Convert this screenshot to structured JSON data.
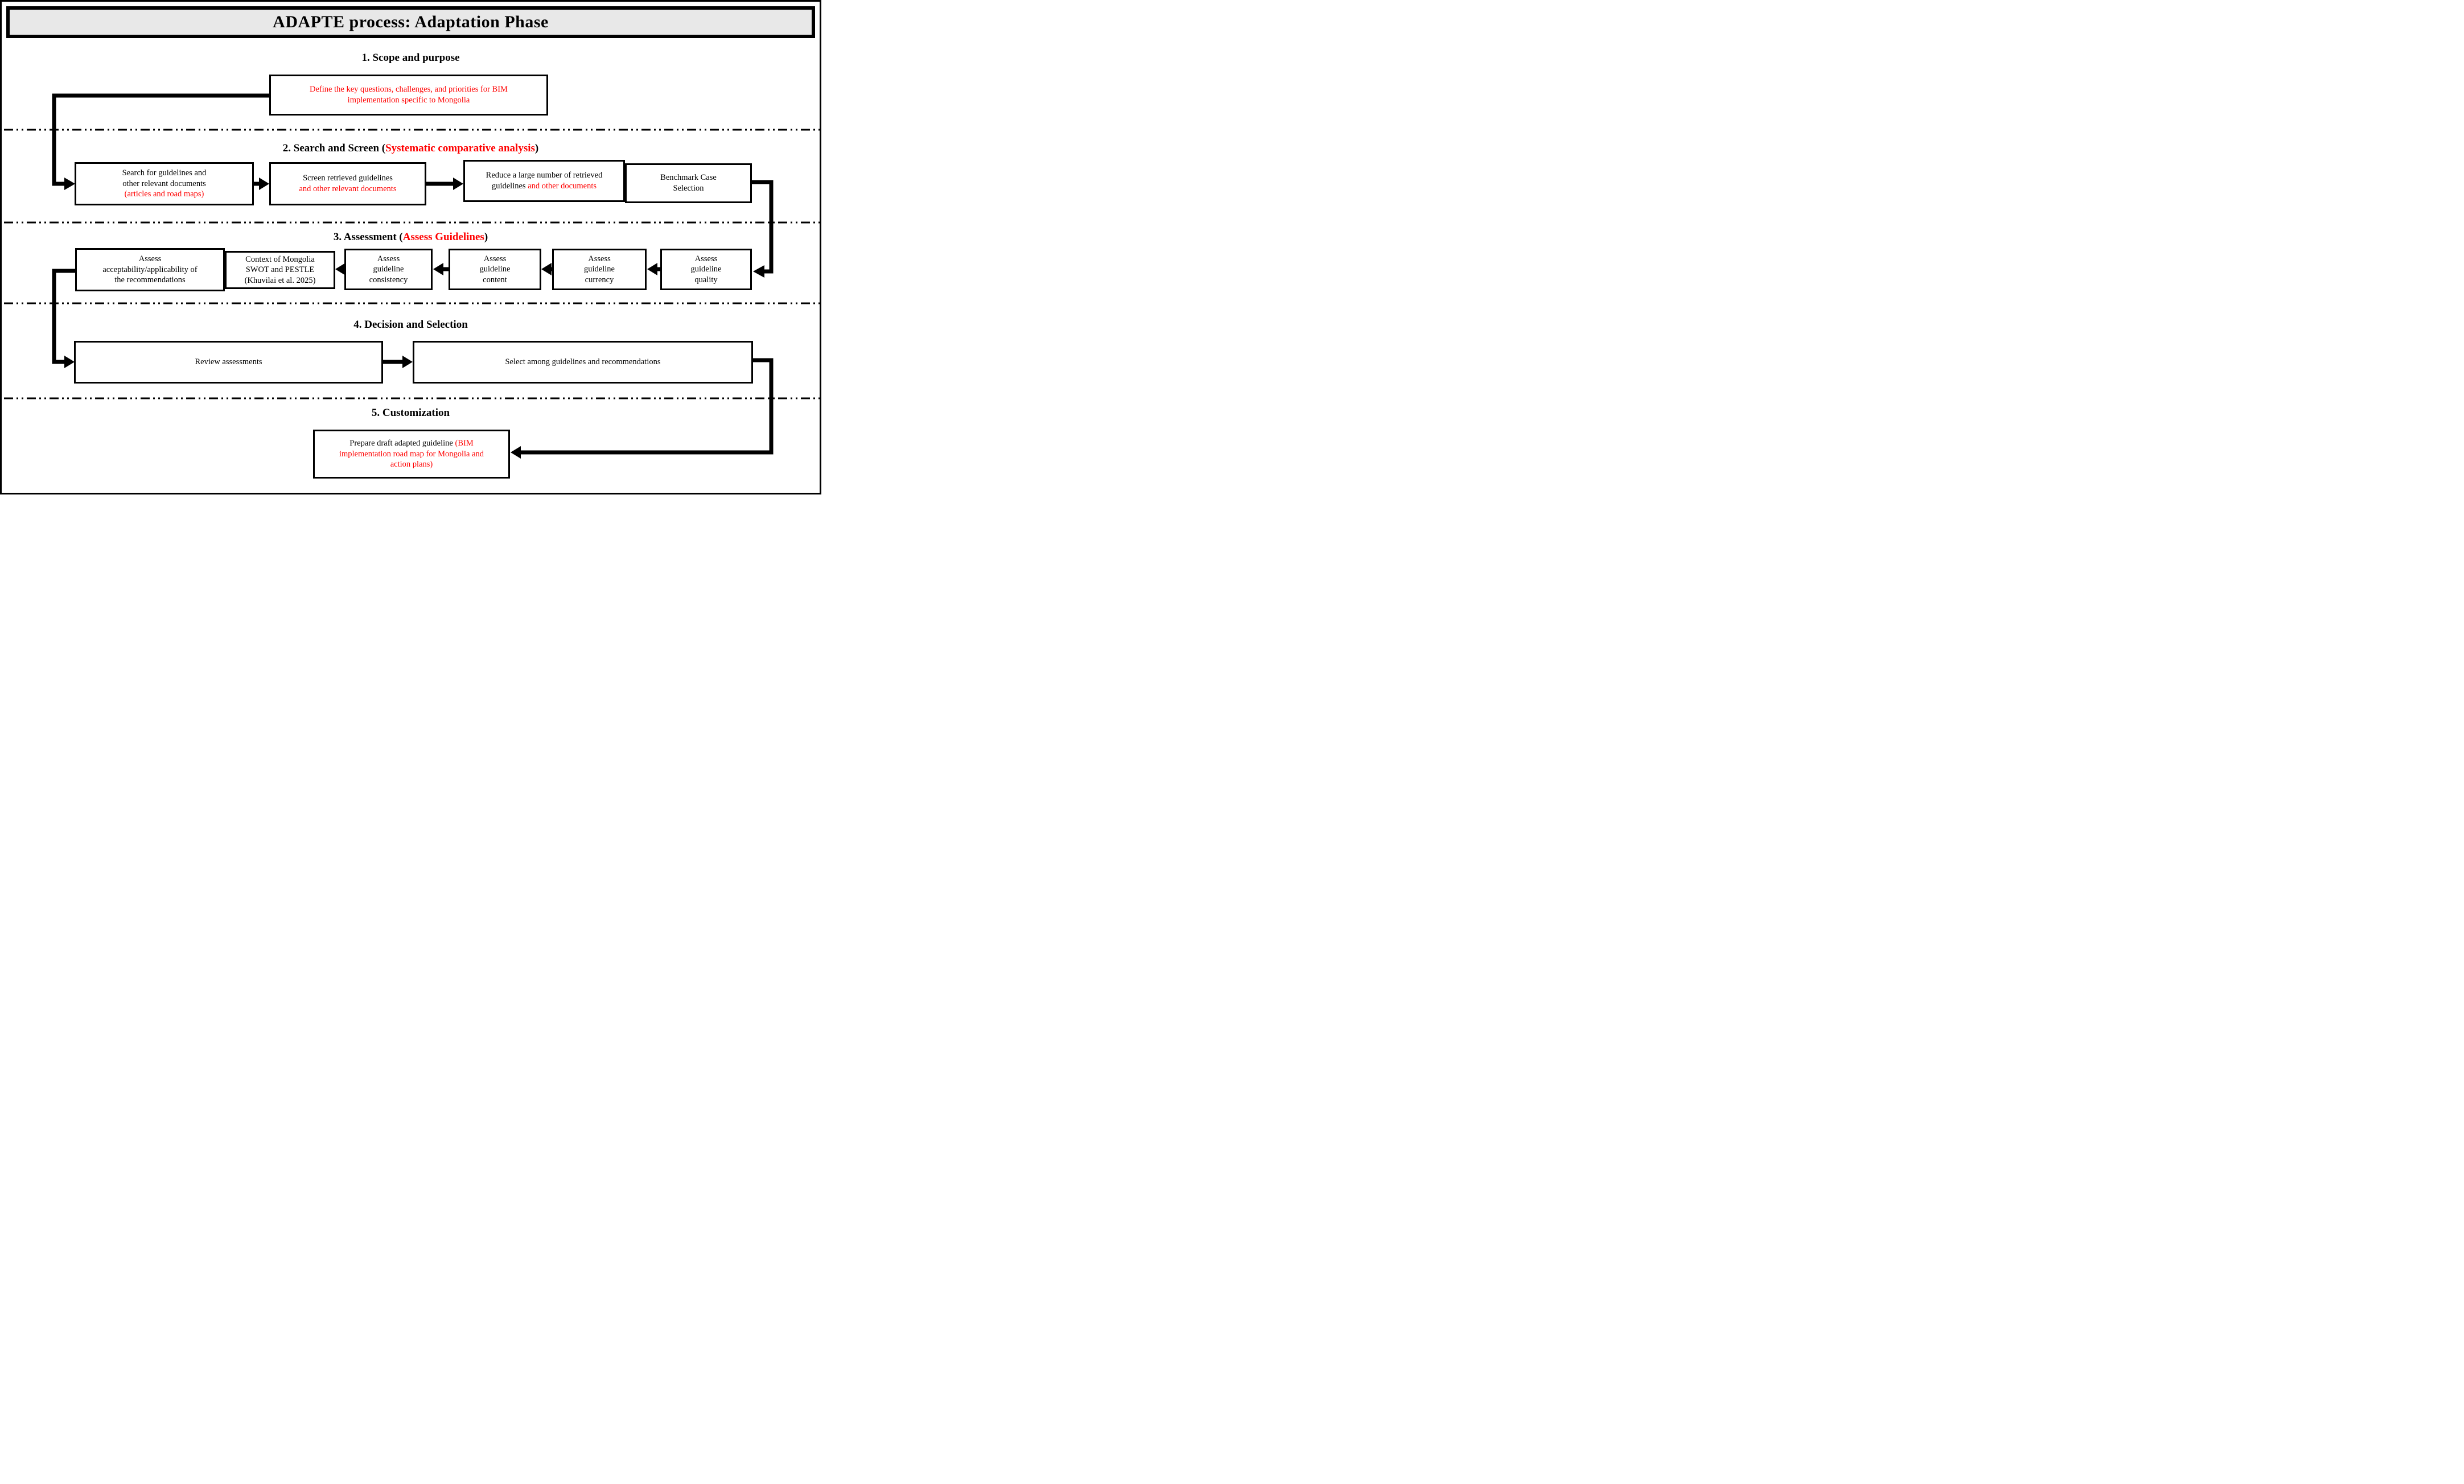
{
  "colors": {
    "red": "#ff0000",
    "black": "#000000",
    "title_bg": "#e8e8e8"
  },
  "title": "ADAPTE process: Adaptation Phase",
  "sections": {
    "s1": {
      "heading": "1. Scope and purpose"
    },
    "s2": {
      "pre": "2. Search and Screen (",
      "red": "Systematic comparative analysis",
      "post": ")"
    },
    "s3": {
      "pre": "3. Assessment (",
      "red": "Assess Guidelines",
      "post": ")"
    },
    "s4": {
      "heading": "4. Decision and Selection"
    },
    "s5": {
      "heading": "5. Customization"
    }
  },
  "boxes": {
    "define": {
      "red": "Define the key questions, challenges, and priorities for BIM implementation specific to Mongolia"
    },
    "search": {
      "black": "Search for guidelines and other relevant documents",
      "red": "(articles and road maps)"
    },
    "screen": {
      "black": "Screen retrieved guidelines",
      "red": "and other relevant documents"
    },
    "reduce": {
      "black": "Reduce a large number of retrieved guidelines",
      "red": " and other documents"
    },
    "benchmark": {
      "black": "Benchmark Case Selection"
    },
    "quality": {
      "black": "Assess guideline quality"
    },
    "currency": {
      "black": "Assess guideline currency"
    },
    "content": {
      "black": "Assess guideline content"
    },
    "consistency": {
      "black": "Assess guideline consistency"
    },
    "context": {
      "black": "Context of Mongolia SWOT and PESTLE (Khuvilai et al. 2025)"
    },
    "acceptability": {
      "black": "Assess acceptability/applicability of the recommendations"
    },
    "review": {
      "black": "Review assessments"
    },
    "select": {
      "black": "Select among guidelines and recommendations"
    },
    "prepare": {
      "black": "Prepare draft adapted guideline ",
      "red": "(BIM implementation road map for Mongolia and action plans)"
    }
  }
}
